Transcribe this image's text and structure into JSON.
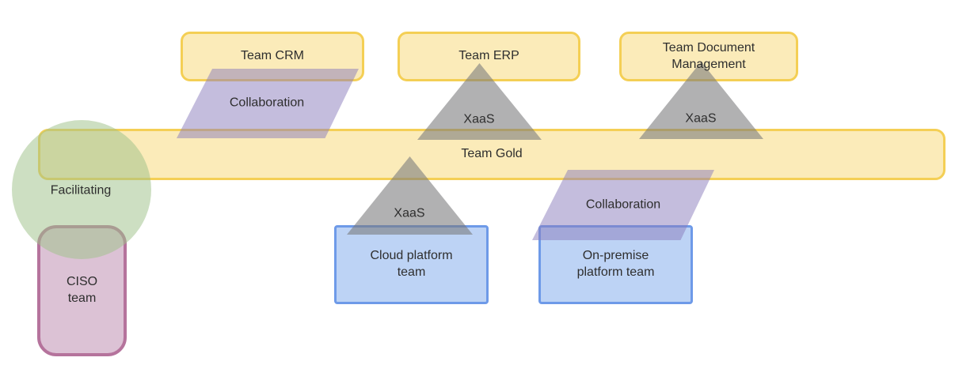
{
  "diagram_title": "team-topologies-diagram",
  "colors": {
    "background": "#ffffff",
    "text": "#2e2e2e",
    "stream_fill": "rgba(246,211,100,0.45)",
    "stream_border": "#F4CF55",
    "platform_fill": "#BDD3F5",
    "platform_border": "#6E9AE8",
    "enabling_fill": "#DCC2D5",
    "enabling_border": "#B5739C",
    "facilitating_fill": "rgba(160,193,138,0.52)",
    "xaas_fill": "rgba(120,120,122,0.58)",
    "collaboration_fill": "rgba(137,123,187,0.5)"
  },
  "nodes": {
    "team_crm": {
      "label": "Team CRM"
    },
    "team_erp": {
      "label": "Team ERP"
    },
    "team_docmgmt": {
      "label": "Team Document\nManagement"
    },
    "team_gold": {
      "label": "Team Gold"
    },
    "cloud_platform": {
      "label": "Cloud platform\nteam"
    },
    "onprem_platform": {
      "label": "On-premise\nplatform team"
    },
    "ciso": {
      "label": "CISO\nteam"
    }
  },
  "interactions": {
    "collaboration_crm": {
      "label": "Collaboration"
    },
    "collaboration_onprem": {
      "label": "Collaboration"
    },
    "xaas_erp": {
      "label": "XaaS"
    },
    "xaas_docmgmt": {
      "label": "XaaS"
    },
    "xaas_cloud": {
      "label": "XaaS"
    },
    "facilitating": {
      "label": "Facilitating"
    }
  }
}
